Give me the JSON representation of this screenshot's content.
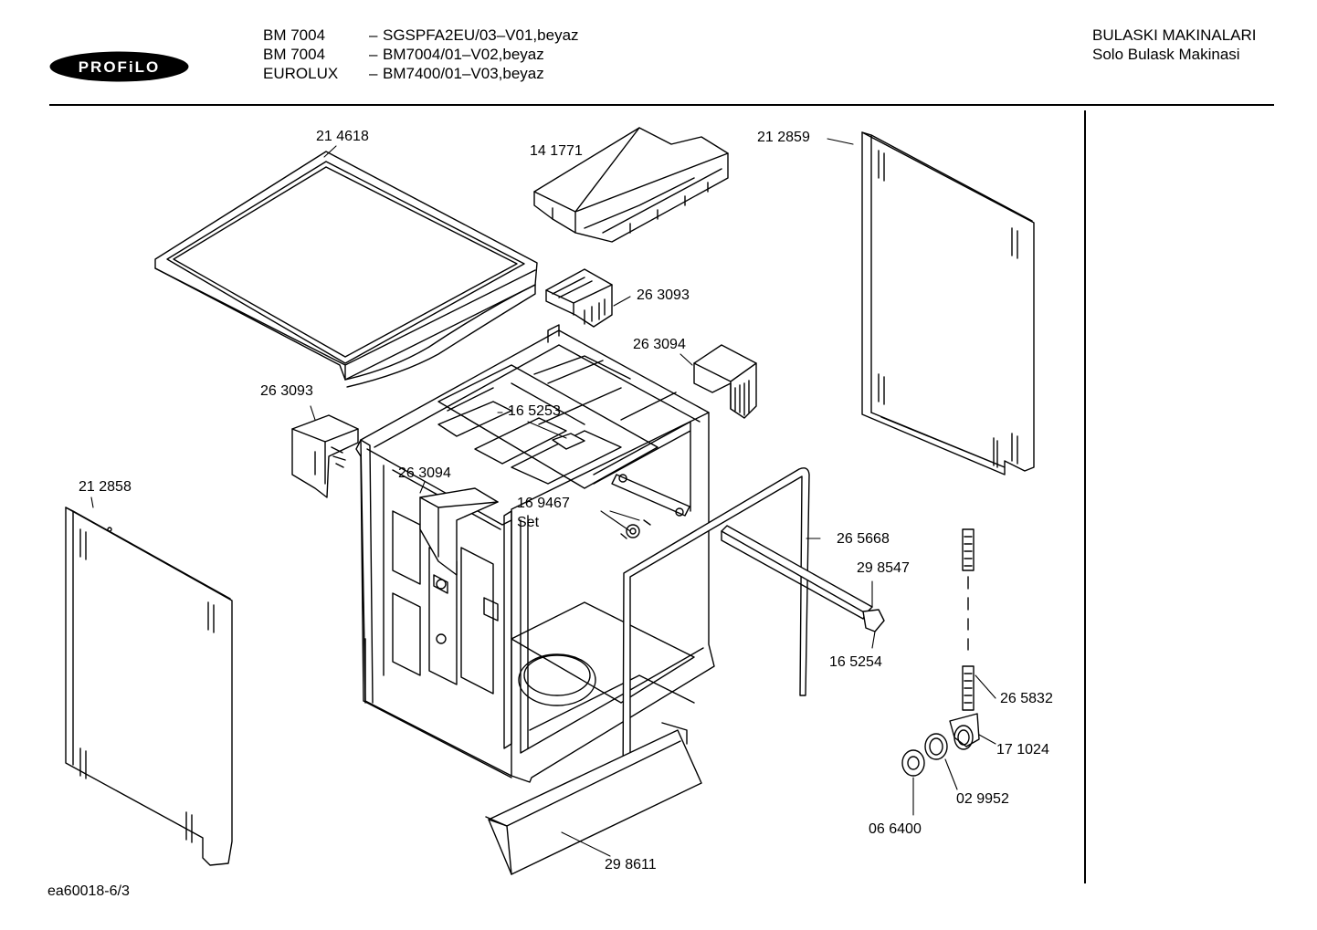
{
  "header": {
    "brand": "PROFiLO",
    "models": [
      {
        "name": "BM 7004",
        "dash": "–",
        "code": "SGSPFA2EU/03–V01,beyaz"
      },
      {
        "name": "BM 7004",
        "dash": "–",
        "code": "BM7004/01–V02,beyaz"
      },
      {
        "name": "EUROLUX",
        "dash": "–",
        "code": "BM7400/01–V03,beyaz"
      }
    ],
    "category": "BULASKI MAKINALARI",
    "subcategory": "Solo Bulask Makinasi"
  },
  "parts": {
    "top_cover": "21 4618",
    "cover_box": "14 1771",
    "side_panel_right": "21 2859",
    "bracket_upper_right": "26 3093",
    "bracket_mid_right": "26 3094",
    "bracket_left": "26 3093",
    "fixing_clip": "16 5253",
    "bracket_inner": "26 3094",
    "side_panel_left": "21 2858",
    "set_part": "16 9467",
    "set_label": "Set",
    "seal": "26 5668",
    "rail_end": "29 8547",
    "rail_cap": "16 5254",
    "hose": "26 5832",
    "elbow": "17 1024",
    "ring": "02 9952",
    "nut": "06 6400",
    "base_strip": "29 8611"
  },
  "footer": {
    "drawing_id": "ea60018-6/3"
  }
}
